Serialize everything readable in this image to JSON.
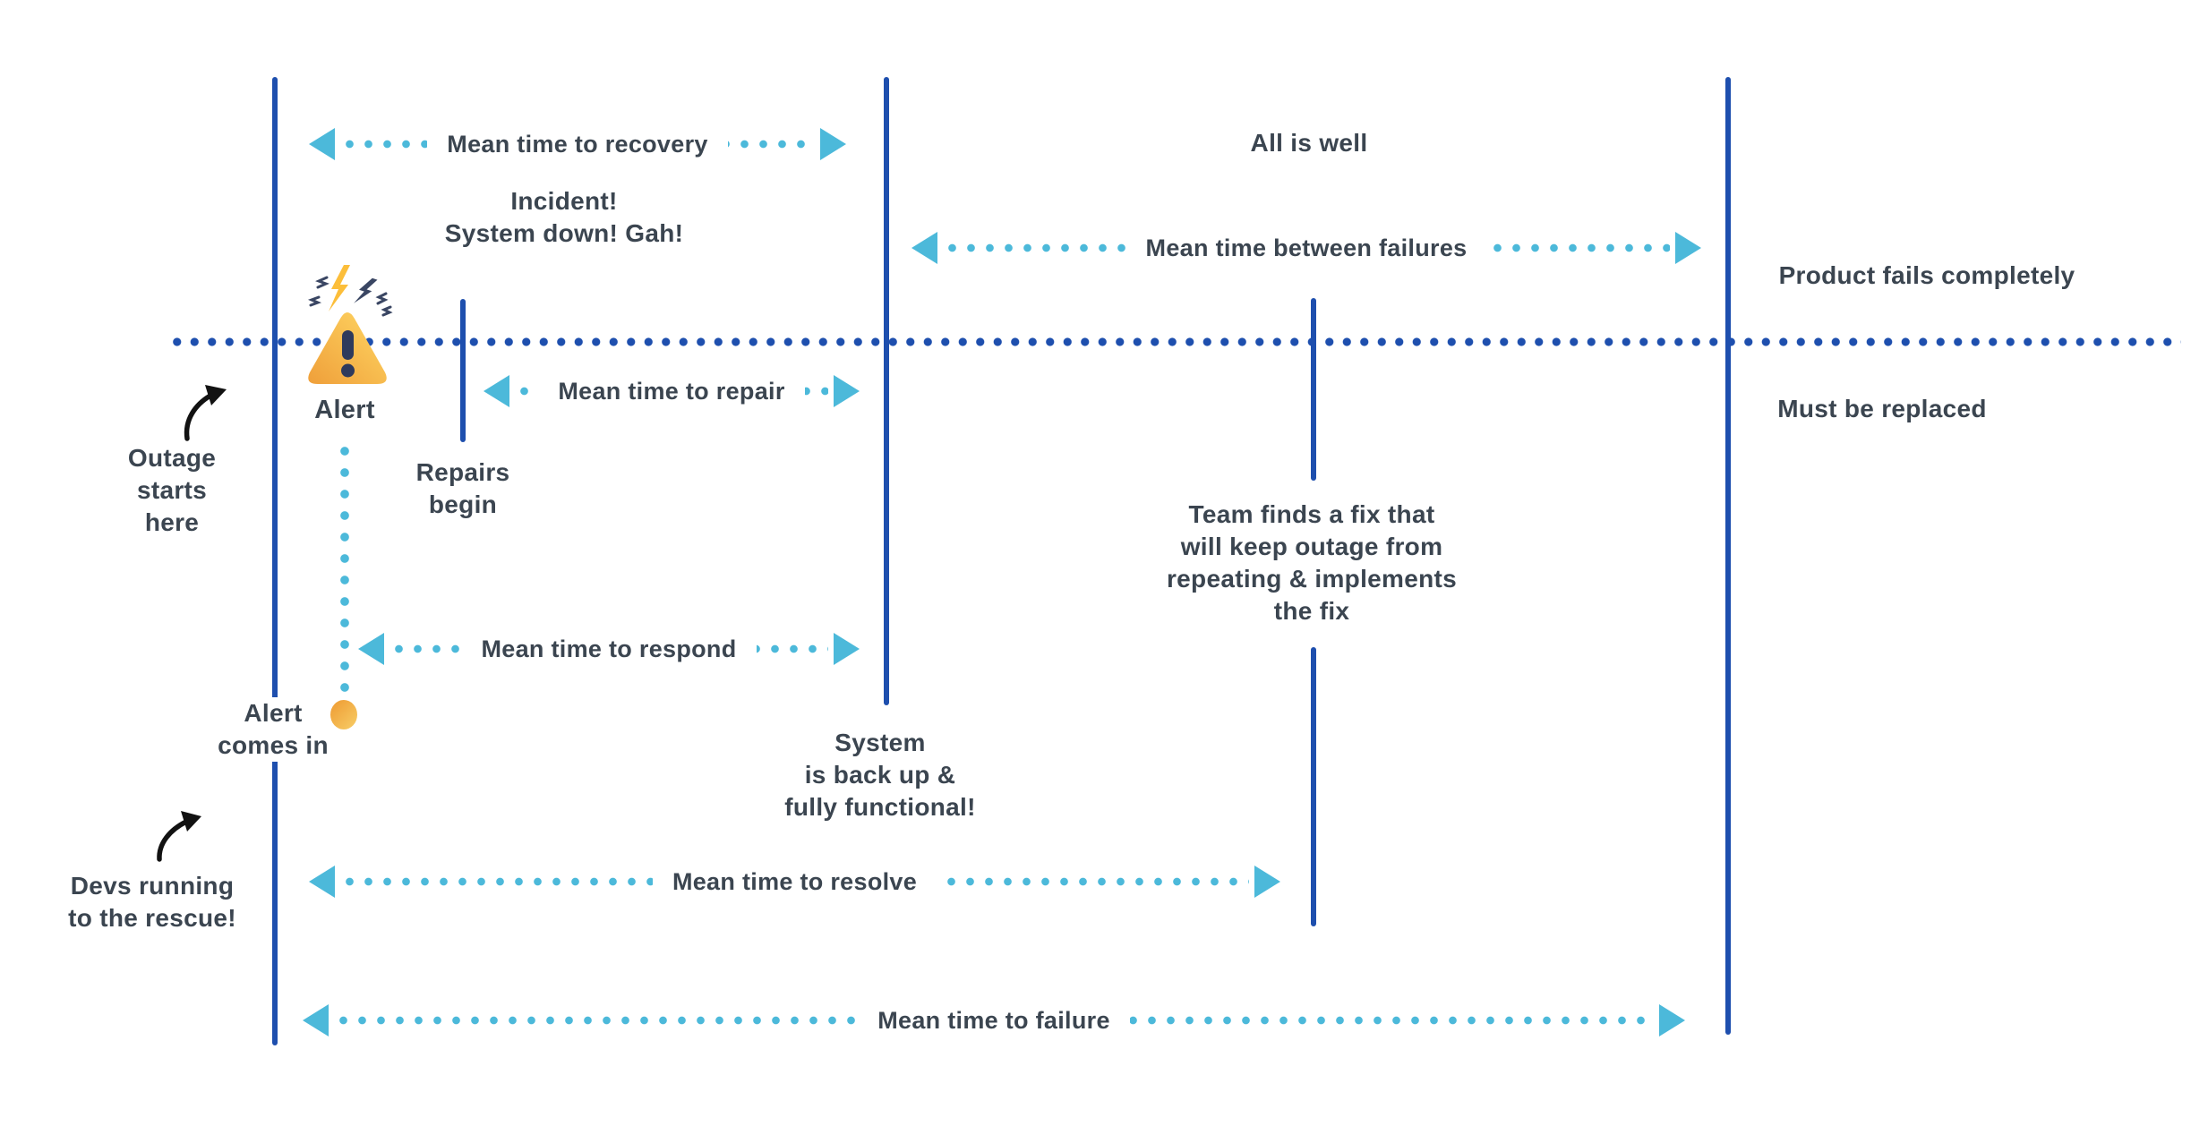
{
  "diagram": {
    "colors": {
      "timeline_blue": "#1E4FAE",
      "arrow_blue": "#4CB9DA",
      "text": "#3B4550",
      "alert_triangle_orange": "#EF9F3A",
      "alert_triangle_yellow": "#FFD763",
      "alert_mark_navy": "#2E3A5C",
      "incoming_alert_orange": "#F2AC45",
      "hand_arrow_black": "#121212"
    },
    "metric_arrows": [
      {
        "id": "recovery",
        "label": "Mean time to recovery"
      },
      {
        "id": "repair",
        "label": "Mean time to repair"
      },
      {
        "id": "respond",
        "label": "Mean time to respond"
      },
      {
        "id": "resolve",
        "label": "Mean time to resolve"
      },
      {
        "id": "between_failures",
        "label": "Mean time between failures"
      },
      {
        "id": "failure",
        "label": "Mean time to failure"
      }
    ],
    "annotations": {
      "incident": "Incident!\nSystem down! Gah!",
      "alert_label": "Alert",
      "repairs_begin": "Repairs\nbegin",
      "outage_starts": "Outage\nstarts\nhere",
      "alert_comes_in": "Alert\ncomes in",
      "devs_rescue": "Devs running\nto the rescue!",
      "system_back": "System\nis back up &\nfully functional!",
      "team_fix": "Team finds a fix that\nwill keep outage from\nrepeating & implements\nthe fix",
      "all_is_well": "All is well",
      "product_fails": "Product fails completely",
      "must_be_replaced": "Must be replaced"
    }
  }
}
